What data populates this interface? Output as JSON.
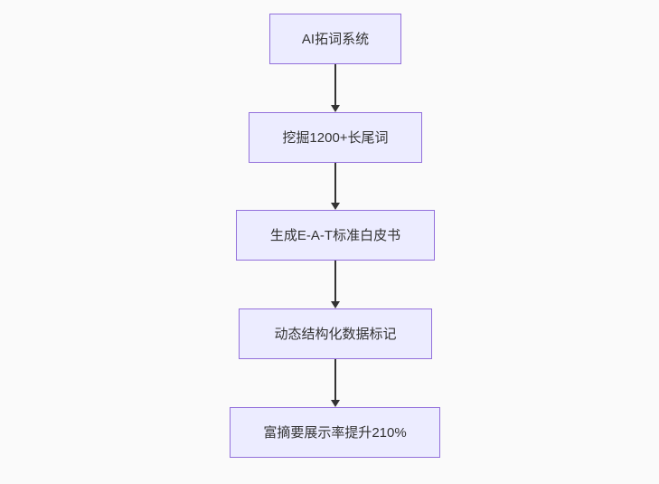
{
  "diagram": {
    "type": "flowchart",
    "direction": "top-down",
    "colors": {
      "node_fill": "#ECECFF",
      "node_border": "#9370DB",
      "text": "#333333",
      "arrow": "#333333",
      "background": "#fafafa"
    },
    "nodes": [
      {
        "id": "n0",
        "label": "AI拓词系统"
      },
      {
        "id": "n1",
        "label": "挖掘1200+长尾词"
      },
      {
        "id": "n2",
        "label": "生成E-A-T标准白皮书"
      },
      {
        "id": "n3",
        "label": "动态结构化数据标记"
      },
      {
        "id": "n4",
        "label": "富摘要展示率提升210%"
      }
    ],
    "edges": [
      {
        "from": "n0",
        "to": "n1",
        "style": "arrow-down"
      },
      {
        "from": "n1",
        "to": "n2",
        "style": "arrow-down"
      },
      {
        "from": "n2",
        "to": "n3",
        "style": "arrow-down"
      },
      {
        "from": "n3",
        "to": "n4",
        "style": "arrow-down"
      }
    ]
  }
}
